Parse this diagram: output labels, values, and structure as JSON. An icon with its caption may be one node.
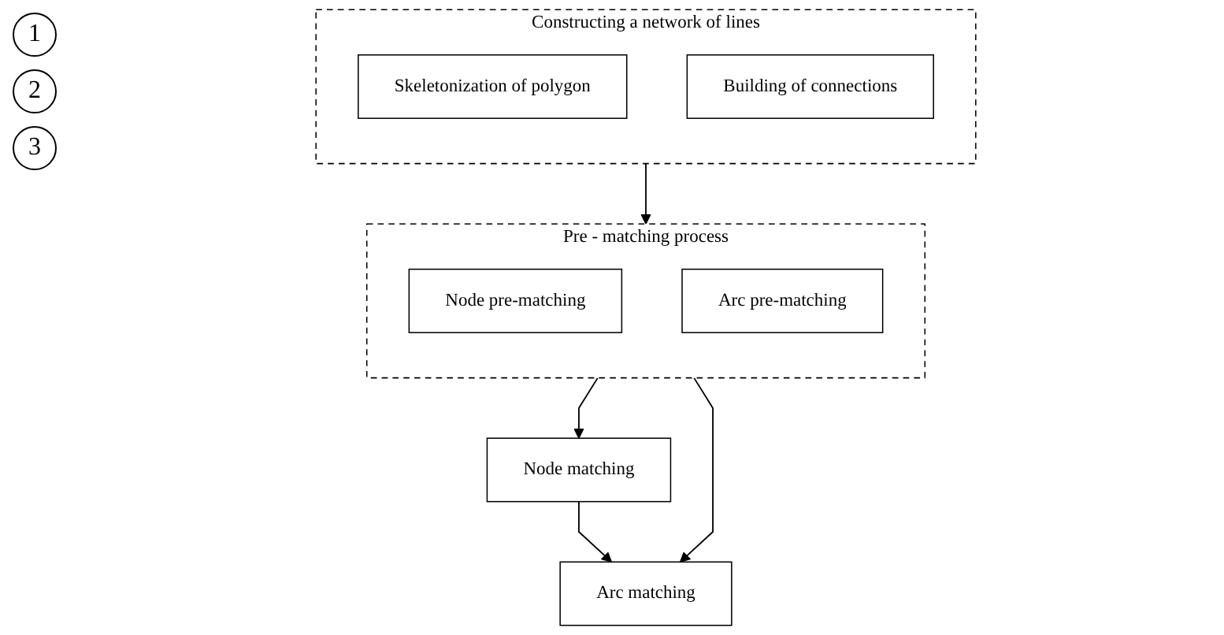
{
  "diagram": {
    "nodes": [
      {
        "text": [
          "Constructing a network of lines"
        ]
      },
      {
        "text": [
          "Skeletonization of polygon"
        ],
        "in": 0
      },
      {
        "text": [
          "Building of connections"
        ],
        "in": 0
      },
      {
        "text": [
          "Pre - matching process"
        ]
      },
      {
        "text": [
          "Node pre-matching"
        ],
        "in": 3
      },
      {
        "text": [
          "Arc pre-matching"
        ],
        "in": 3
      },
      {
        "text": [
          "Node matching"
        ]
      },
      {
        "text": [
          "Arc matching"
        ]
      }
    ],
    "edges": [
      {
        "from": 0,
        "to": 3,
        "arrow": "to"
      },
      {
        "from": 3,
        "to": 6,
        "arrow": "to"
      },
      {
        "from": 6,
        "to": 7,
        "arrow": "to"
      },
      {
        "from": 3,
        "to": 7,
        "arrow": "to"
      }
    ],
    "labels": [
      "1",
      "2",
      "3"
    ]
  }
}
